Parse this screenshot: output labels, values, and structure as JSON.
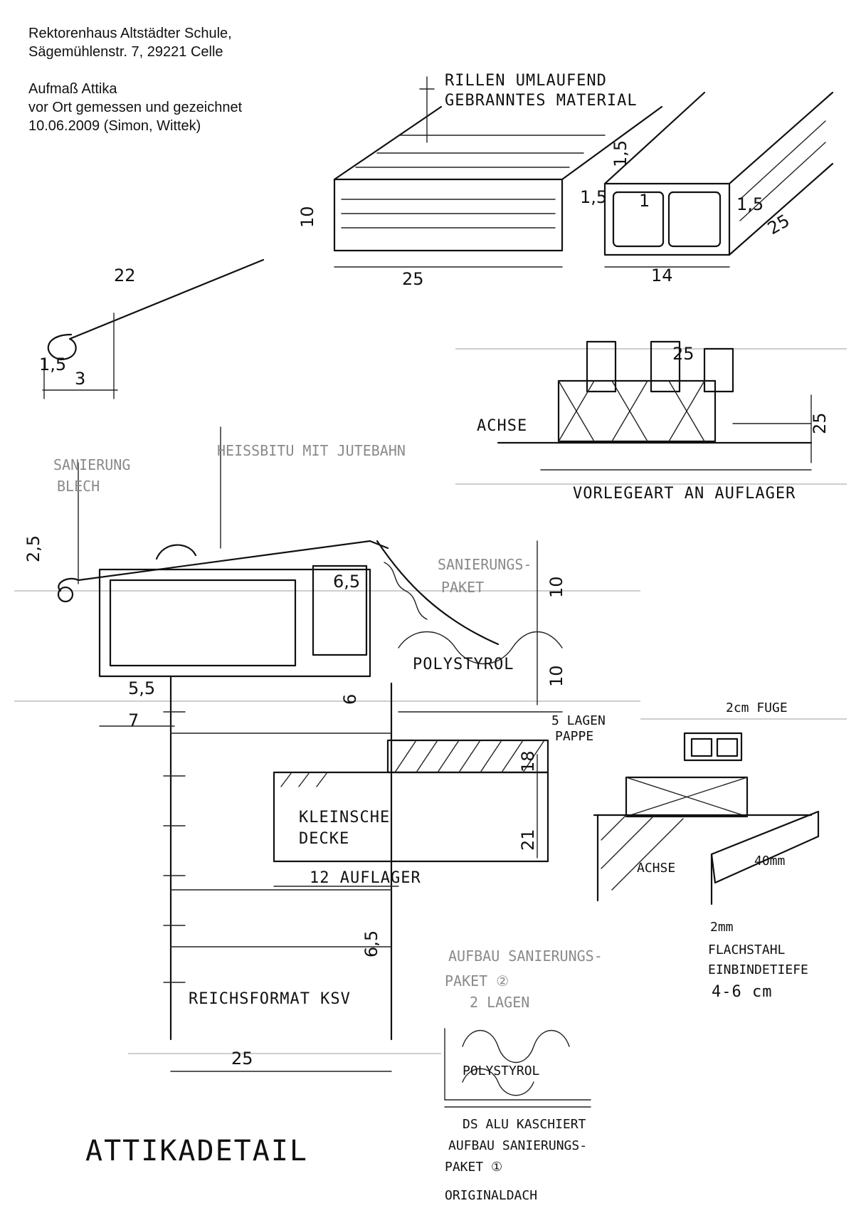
{
  "header": {
    "line1": "Rektorenhaus Altstädter Schule,",
    "line2": "Sägemühlenstr. 7, 29221 Celle",
    "line3": "Aufmaß Attika",
    "line4": "vor Ort gemessen und gezeichnet",
    "line5": "10.06.2009 (Simon, Wittek)"
  },
  "labels": {
    "rillen_1": "RILLEN UMLAUFEND",
    "rillen_2": "GEBRANNTES MATERIAL",
    "sanierung_blech_1": "SANIERUNG",
    "sanierung_blech_2": "BLECH",
    "heissbitu": "HEISSBITU MIT JUTEBAHN",
    "achse_1": "ACHSE",
    "vorlegeart": "VORLEGEART AN AUFLAGER",
    "sanierungspaket_1": "SANIERUNGS-",
    "sanierungspaket_2": "PAKET",
    "polystyrol_1": "POLYSTYROL",
    "lagen_pappe_1": "5 LAGEN",
    "lagen_pappe_2": "PAPPE",
    "kleinsche_1": "KLEINSCHE",
    "kleinsche_2": "DECKE",
    "auflager": "12 AUFLAGER",
    "reichsformat": "REICHSFORMAT KSV",
    "fuge": "2cm FUGE",
    "achse_2": "ACHSE",
    "mm40": "40mm",
    "mm2": "2mm",
    "flachstahl": "FLACHSTAHL",
    "einbindetiefe": "EINBINDETIEFE",
    "cm46": "4-6 cm",
    "aufbau2_1": "AUFBAU SANIERUNGS-",
    "aufbau2_2": "PAKET ②",
    "aufbau2_3": "2 LAGEN",
    "polystyrol_2": "POLYSTYROL",
    "alu": "DS ALU KASCHIERT",
    "aufbau1_1": "AUFBAU SANIERUNGS-",
    "aufbau1_2": "PAKET ①",
    "originaldach": "ORIGINALDACH",
    "attikadetail": "ATTIKADETAIL"
  },
  "dimensions": {
    "d22": "22",
    "d15a": "1,5",
    "d3": "3",
    "d10a": "10",
    "d25a": "25",
    "d15b": "1,5",
    "d15c": "1,5",
    "d1": "1",
    "d15d": "1,5",
    "d14": "14",
    "d25b": "25",
    "d25c": "25",
    "d25d": "25",
    "d25e": "2,5",
    "d65a": "6,5",
    "d10b": "10",
    "d10c": "10",
    "d55": "5,5",
    "d7": "7",
    "d6": "6",
    "d18": "18",
    "d21": "21",
    "d65b": "6,5",
    "d25f": "25"
  }
}
